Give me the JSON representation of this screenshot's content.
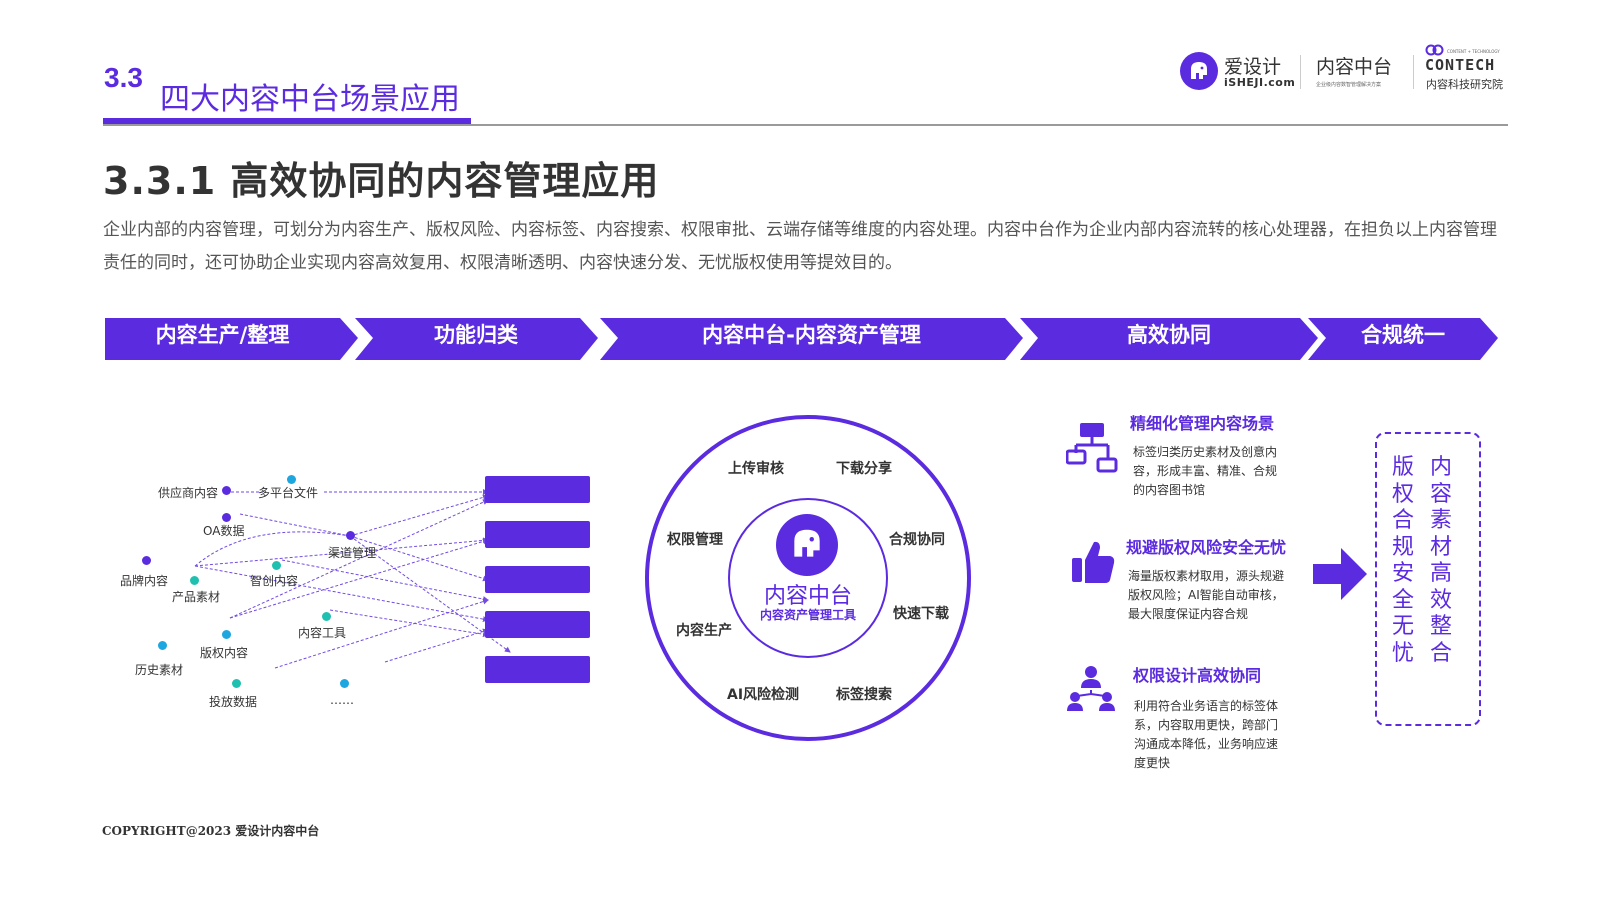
{
  "header": {
    "section_number": "3.3",
    "section_title": "四大内容中台场景应用",
    "logo1_name": "爱设计",
    "logo1_domain": "iSHEJI.com",
    "logo2_name": "内容中台",
    "logo2_tagline": "企业级内容数智管理解决方案",
    "logo3_small": "CONTENT + TECHNOLOGY",
    "logo3_name": "CONTECH",
    "logo3_sub": "内容科技研究院"
  },
  "subtitle": "3.3.1 高效协同的内容管理应用",
  "intro": "企业内部的内容管理，可划分为内容生产、版权风险、内容标签、内容搜索、权限审批、云端存储等维度的内容处理。内容中台作为企业内部内容流转的核心处理器，在担负以上内容管理责任的同时，还可协助企业实现内容高效复用、权限清晰透明、内容快速分发、无忧版权使用等提效目的。",
  "banners": [
    "内容生产/整理",
    "功能归类",
    "内容中台-内容资产管理",
    "高效协同",
    "合规统一"
  ],
  "network": {
    "nodes": [
      {
        "label": "供应商内容",
        "color": "#5b2be0"
      },
      {
        "label": "多平台文件",
        "color": "#1ea6e0"
      },
      {
        "label": "OA数据",
        "color": "#5b2be0"
      },
      {
        "label": "渠道管理",
        "color": "#5b2be0"
      },
      {
        "label": "品牌内容",
        "color": "#5b2be0"
      },
      {
        "label": "产品素材",
        "color": "#20c0b0"
      },
      {
        "label": "智创内容",
        "color": "#20c0b0"
      },
      {
        "label": "内容工具",
        "color": "#20c0b0"
      },
      {
        "label": "版权内容",
        "color": "#1ea6e0"
      },
      {
        "label": "历史素材",
        "color": "#1ea6e0"
      },
      {
        "label": "投放数据",
        "color": "#20c0b0"
      },
      {
        "label": "……",
        "color": "#1ea6e0"
      }
    ]
  },
  "hub": {
    "title": "内容中台",
    "subtitle": "内容资产管理工具",
    "ring_items": [
      "上传审核",
      "下载分享",
      "权限管理",
      "合规协同",
      "内容生产",
      "快速下载",
      "AI风险检测",
      "标签搜索"
    ]
  },
  "features": [
    {
      "title": "精细化管理内容场景",
      "desc": "标签归类历史素材及创意内容，形成丰富、精准、合规的内容图书馆",
      "icon": "org-chart-icon"
    },
    {
      "title": "规避版权风险安全无忧",
      "desc": "海量版权素材取用，源头规避版权风险；AI智能自动审核，最大限度保证内容合规",
      "icon": "thumbs-up-icon"
    },
    {
      "title": "权限设计高效协同",
      "desc": "利用符合业务语言的标签体系，内容取用更快，跨部门沟通成本降低，业务响应速度更快",
      "icon": "team-icon"
    }
  ],
  "result": {
    "col_right": "内容素材高效整合",
    "col_left": "版权合规安全无忧"
  },
  "footer": "COPYRIGHT@2023  爱设计内容中台",
  "colors": {
    "accent": "#5b2be0",
    "teal": "#20c0b0",
    "blue": "#1ea6e0"
  }
}
